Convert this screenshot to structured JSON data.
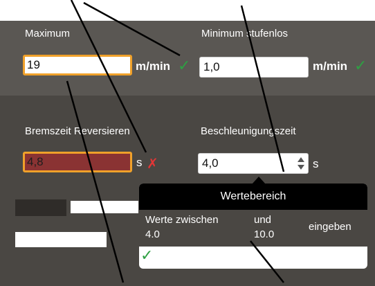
{
  "maximum": {
    "label": "Maximum",
    "value": "19",
    "unit": "m/min",
    "status_icon": "check"
  },
  "minimum": {
    "label": "Minimum stufenlos",
    "value": "1,0",
    "unit": "m/min",
    "status_icon": "check"
  },
  "brake": {
    "label": "Bremszeit Reversieren",
    "value": "4,8",
    "unit": "s",
    "status_icon": "cross"
  },
  "accel": {
    "label": "Beschleunigungszeit",
    "value": "4,0",
    "unit": "s"
  },
  "tooltip": {
    "title": "Wertebereich",
    "text_prefix": "Werte zwischen",
    "min": "4.0",
    "and": "und",
    "max": "10.0",
    "text_suffix": "eingeben",
    "status_icon": "check"
  },
  "colors": {
    "accent": "#f0a12a",
    "ok": "#2ea043",
    "error": "#e23636",
    "error_fill": "#8a3333"
  }
}
